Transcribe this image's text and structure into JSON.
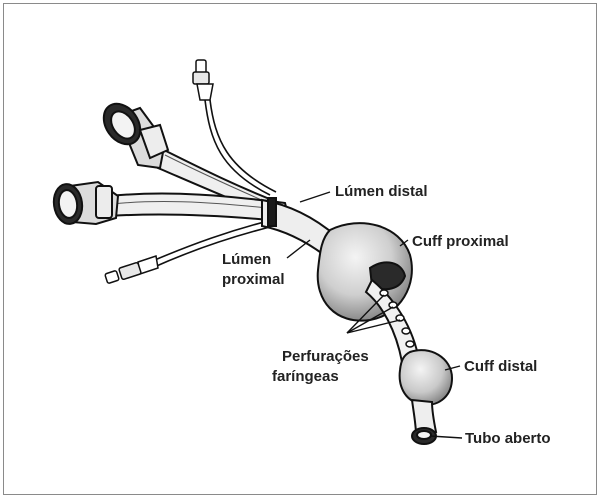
{
  "diagram": {
    "labels": {
      "lumen_distal": "Lúmen distal",
      "lumen_proximal_line1": "Lúmen",
      "lumen_proximal_line2": "proximal",
      "cuff_proximal": "Cuff proximal",
      "perfuracoes_line1": "Perfurações",
      "perfuracoes_line2": "faríngeas",
      "cuff_distal": "Cuff distal",
      "tubo_aberto": "Tubo aberto"
    },
    "colors": {
      "line": "#111111",
      "tube_fill": "#f2f2f2",
      "cuff_fill": "#d9d9d9",
      "shadow": "#9a9a9a"
    }
  }
}
